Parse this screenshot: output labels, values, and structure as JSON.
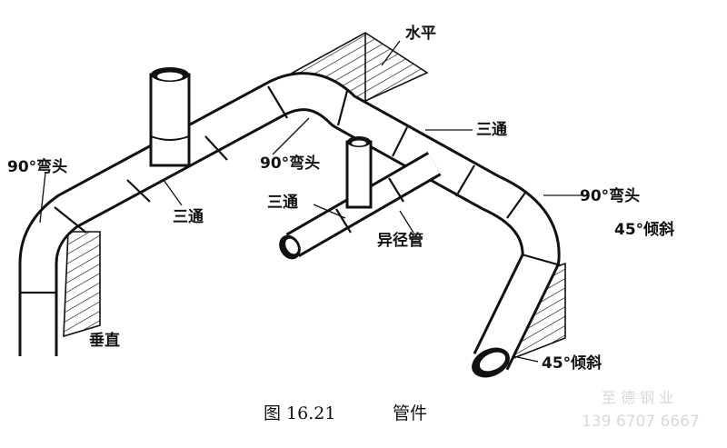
{
  "labels": {
    "horizontal": "水平",
    "elbow_left": "90°弯头",
    "tee_left": "三通",
    "elbow_mid": "90°弯头",
    "tee_upper_right": "三通",
    "tee_small": "三通",
    "reducer": "异径管",
    "elbow_right": "90°弯头",
    "slope_right": "45°倾斜",
    "vertical": "垂直",
    "slope_bottom": "45°倾斜"
  },
  "caption": {
    "figure_number": "图 16.21",
    "title": "管件"
  },
  "watermark": {
    "company": "至 德 钢 业",
    "phone": "139 6707 6667"
  }
}
